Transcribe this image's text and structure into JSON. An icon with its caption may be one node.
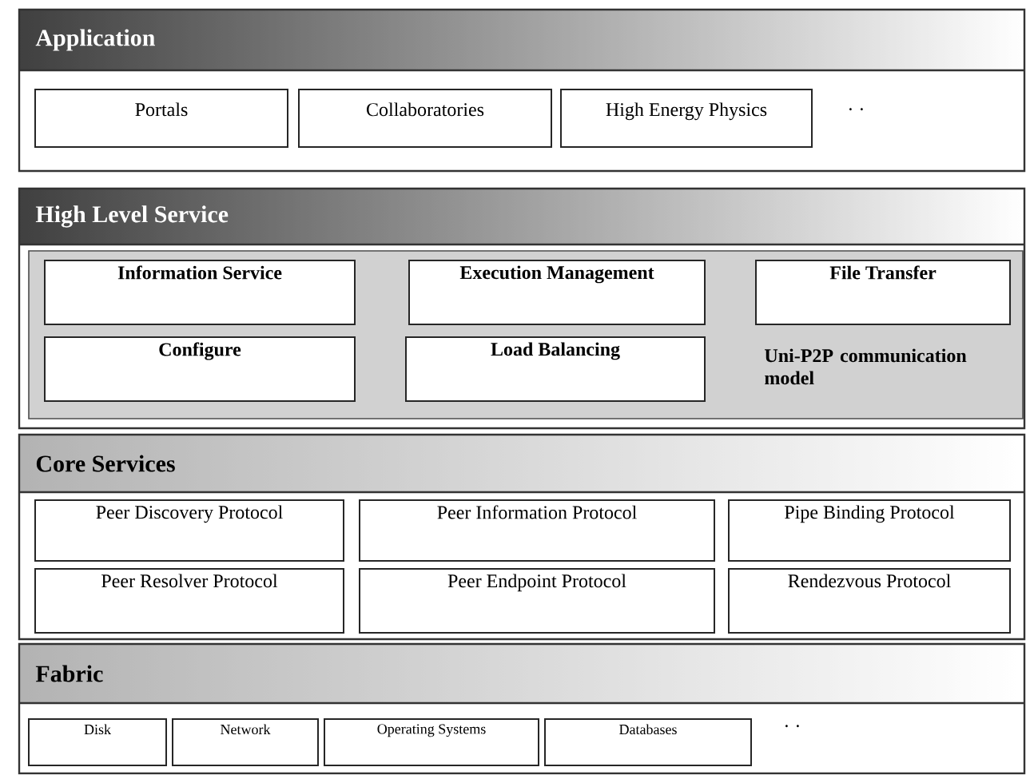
{
  "diagram": {
    "nodes": [
      {
        "text": [
          "Application"
        ]
      },
      {
        "text": [
          "Portals"
        ],
        "in": 0
      },
      {
        "text": [
          "Collaboratories"
        ],
        "in": 0
      },
      {
        "text": [
          "High Energy Physics"
        ],
        "in": 0
      },
      {
        "text": [
          "High Level Service"
        ]
      },
      {
        "text": [
          "Information Service"
        ],
        "in": 4
      },
      {
        "text": [
          "Execution Management"
        ],
        "in": 4
      },
      {
        "text": [
          "File Transfer"
        ],
        "in": 4
      },
      {
        "text": [
          "Configure"
        ],
        "in": 4
      },
      {
        "text": [
          "Load Balancing"
        ],
        "in": 4
      },
      {
        "text": [
          "Core Services"
        ]
      },
      {
        "text": [
          "Peer Discovery Protocol"
        ],
        "in": 10
      },
      {
        "text": [
          "Peer Information Protocol"
        ],
        "in": 10
      },
      {
        "text": [
          "Pipe Binding Protocol"
        ],
        "in": 10
      },
      {
        "text": [
          "Peer Resolver Protocol"
        ],
        "in": 10
      },
      {
        "text": [
          "Peer Endpoint Protocol"
        ],
        "in": 10
      },
      {
        "text": [
          "Rendezvous Protocol"
        ],
        "in": 10
      },
      {
        "text": [
          "Fabric"
        ]
      },
      {
        "text": [
          "Disk"
        ],
        "in": 17
      },
      {
        "text": [
          "Network"
        ],
        "in": 17
      },
      {
        "text": [
          "Operating Systems"
        ],
        "in": 17
      },
      {
        "text": [
          "Databases"
        ],
        "in": 17
      }
    ],
    "labels": [
      "· ·",
      "Uni-P2P communication model",
      "· ·"
    ]
  }
}
